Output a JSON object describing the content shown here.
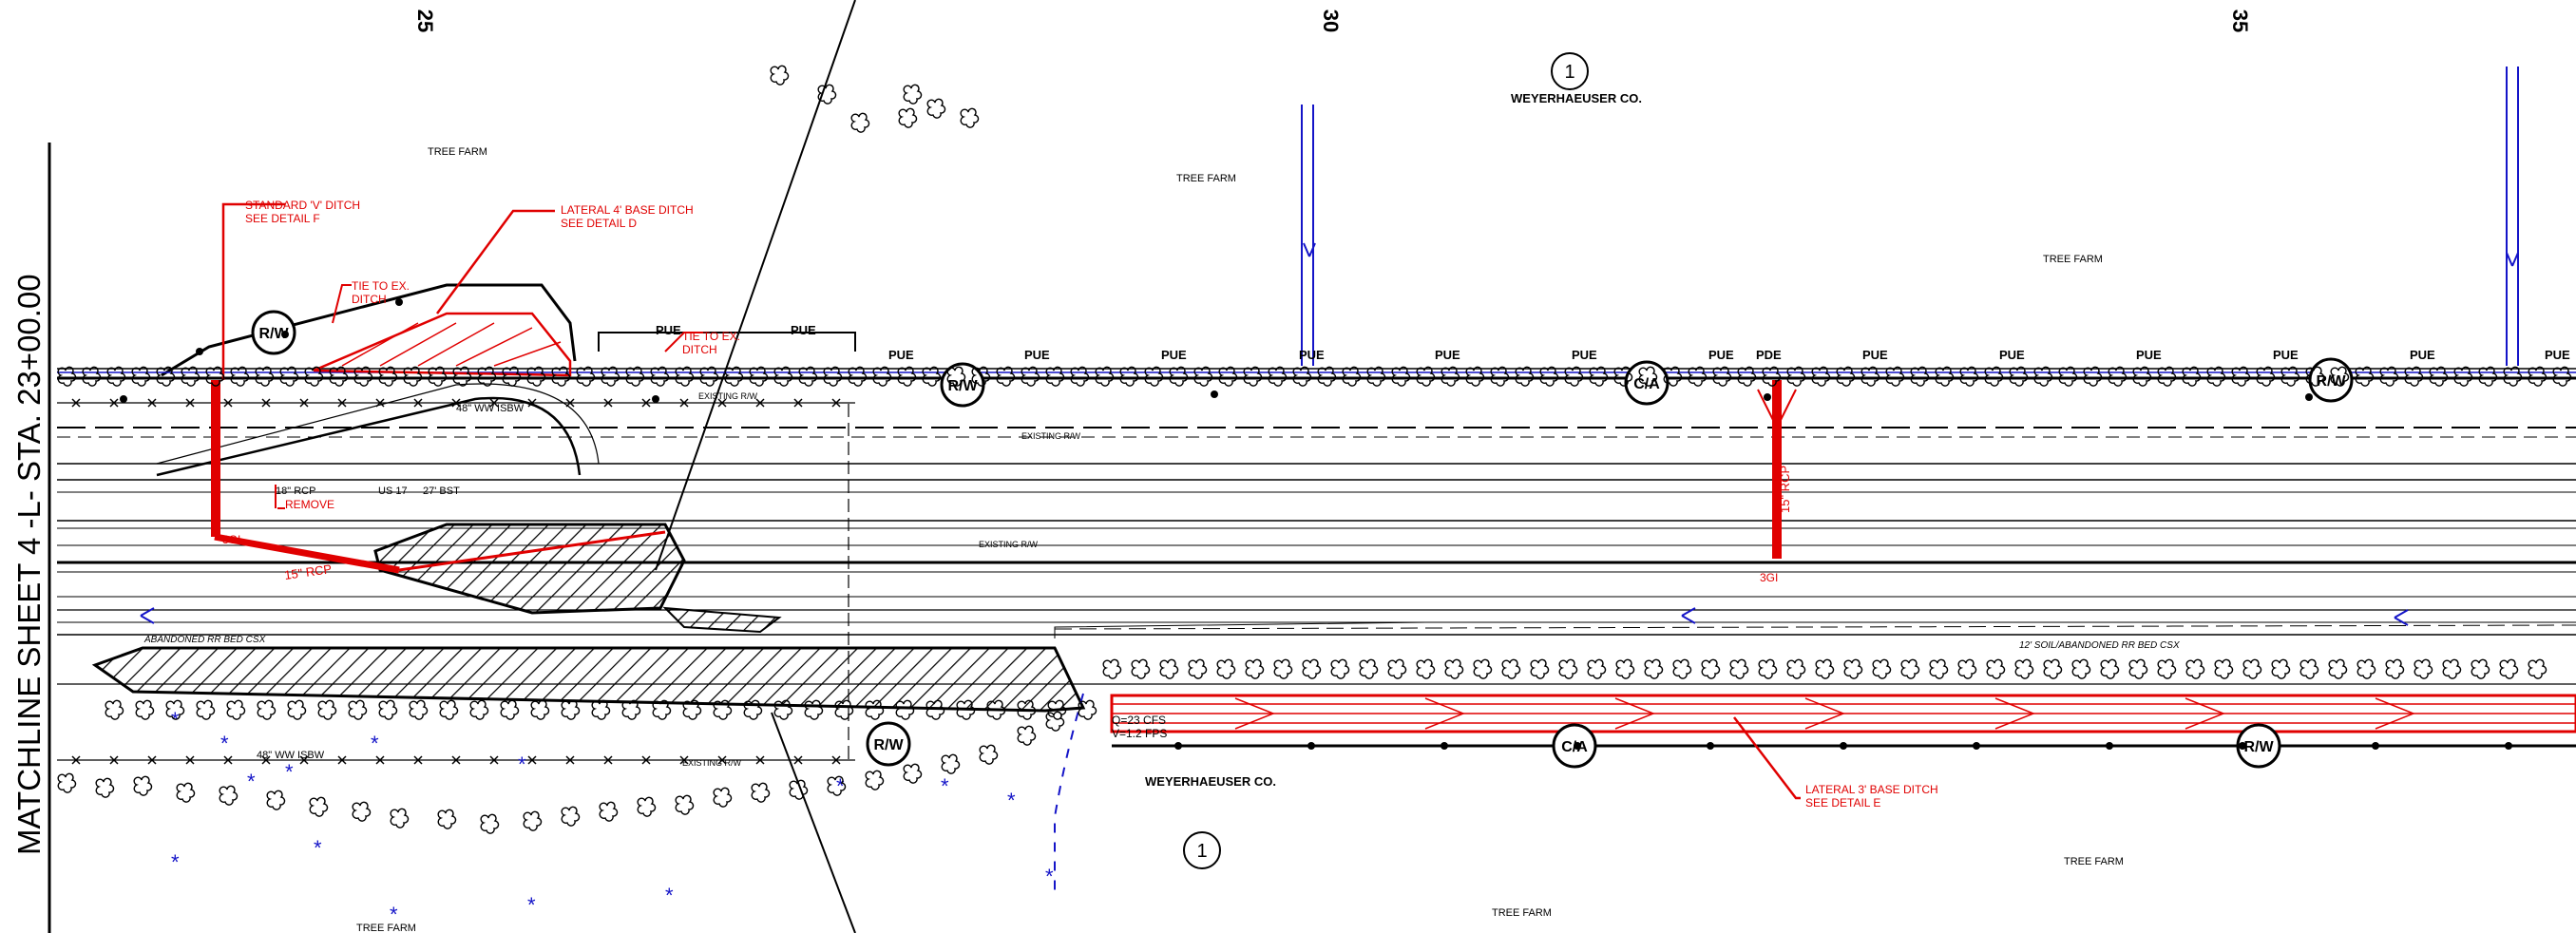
{
  "station_ticks": [
    "25",
    "30",
    "35"
  ],
  "matchline": "MATCHLINE SHEET 4 -L- STA. 23+00.00",
  "owners": {
    "north": "WEYERHAEUSER CO.",
    "south": "WEYERHAEUSER CO.",
    "circle_number": "1"
  },
  "tree_farm_label": "TREE FARM",
  "utility_labels": {
    "pue": "PUE",
    "pde": "PDE"
  },
  "callouts": {
    "v_ditch": [
      "STANDARD 'V' DITCH",
      "SEE DETAIL F"
    ],
    "lateral_4": [
      "LATERAL 4' BASE DITCH",
      "SEE DETAIL D"
    ],
    "tie_ex_1": [
      "TIE TO EX.",
      "DITCH"
    ],
    "tie_ex_2": [
      "TIE TO EX.",
      "DITCH"
    ],
    "lateral_3": [
      "LATERAL 3' BASE DITCH",
      "SEE DETAIL E"
    ],
    "remove": "REMOVE",
    "rcp_18": "18\" RCP",
    "rcp_15": "15\" RCP",
    "route": "US 17",
    "bst": "27' BST",
    "ww_48_top": "48\" WW ISBW",
    "ww_48_bot": "48\" WW ISBW",
    "existing_rw": "EXISTING R/W",
    "abandoned_rr": "ABANDONED RR BED CSX",
    "soil_rr": "12' SOIL/ABANDONED RR BED CSX",
    "gi_1": "3GI",
    "gi_2": "3GI",
    "flow_q": "Q=23 CFS",
    "flow_v": "V=1.2 FPS"
  },
  "symbols": {
    "rw": "R/W",
    "ca": "C/A"
  },
  "colors": {
    "linework": "#000000",
    "proposed": "#e00000",
    "utility": "#1414c8"
  }
}
